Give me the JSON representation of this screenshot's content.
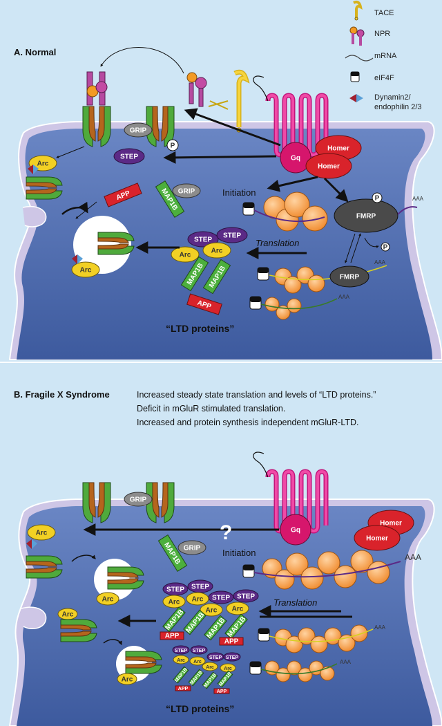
{
  "panel_a": {
    "title": "A. Normal",
    "labels": {
      "initiation": "Initiation",
      "translation": "Translation",
      "ltd_proteins": "“LTD proteins”",
      "aaa": "AAA",
      "p": "P"
    },
    "molecules": {
      "grip": "GRIP",
      "step": "STEP",
      "arc": "Arc",
      "app": "APP",
      "map1b": "MAP1B",
      "gq": "Gq",
      "homer": "Homer",
      "fmrp": "FMRP"
    }
  },
  "panel_b": {
    "title": "B. Fragile X Syndrome",
    "description": [
      "Increased steady state translation and levels of “LTD proteins.”",
      "Deficit in mGluR stimulated translation.",
      "Increased and protein synthesis independent mGluR-LTD."
    ],
    "question_mark": "?",
    "labels": {
      "initiation": "Initiation",
      "translation": "Translation",
      "ltd_proteins": "“LTD proteins”",
      "aaa": "AAA"
    }
  },
  "legend": {
    "items": [
      {
        "label": "TACE",
        "icon": "tace-icon"
      },
      {
        "label": "NPR",
        "icon": "npr-icon"
      },
      {
        "label": "mRNA",
        "icon": "mrna-icon"
      },
      {
        "label": "eIF4F",
        "icon": "eif4f-icon"
      },
      {
        "label": "Dynamin2/",
        "label2": "endophilin 2/3",
        "icon": "dynamin-icon"
      }
    ]
  },
  "colors": {
    "background": "#cfe6f5",
    "cell": "#5873b3",
    "membrane": "#cec6e6",
    "receptor_green": "#4faa3c",
    "receptor_brown": "#b5651d",
    "step": "#5b2a86",
    "arc": "#f2d024",
    "app": "#d9232b",
    "map1b": "#4caf3d",
    "grip": "#8c8c8c",
    "gq": "#d6166c",
    "homer": "#d9232b",
    "fmrp": "#4a4a4a",
    "ribosome": "#f6a65a"
  }
}
